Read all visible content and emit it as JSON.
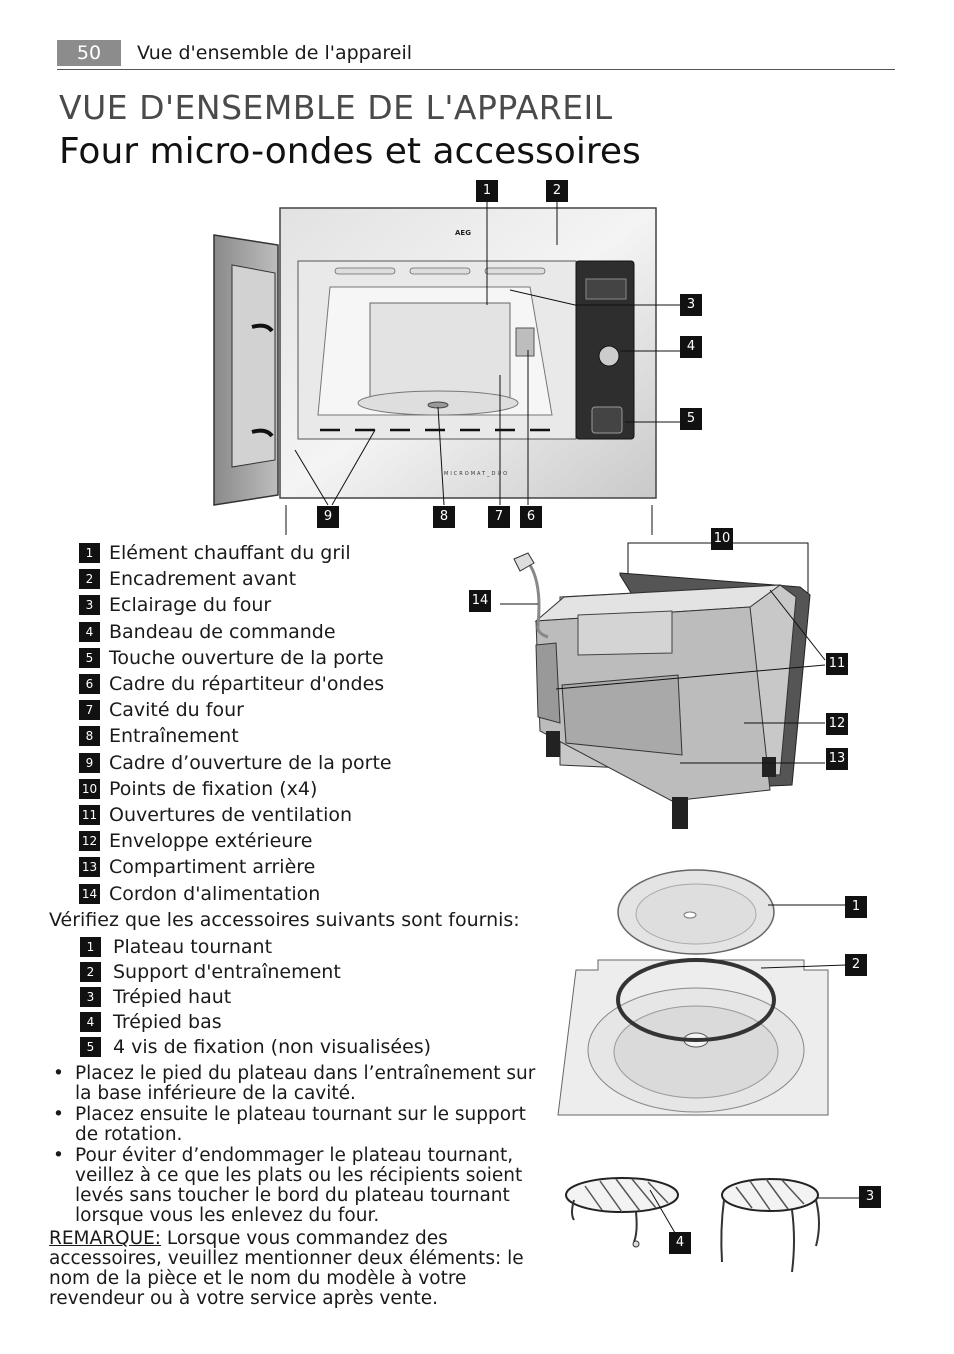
{
  "header": {
    "page_number": "50",
    "running_title": "Vue d'ensemble de l'appareil"
  },
  "section_title": "VUE D'ENSEMBLE DE L'APPAREIL",
  "page_title": "Four micro-ondes et accessoires",
  "oven_figure": {
    "brand_label": "AEG",
    "model_label": "MICROMAT_DUO",
    "callouts": [
      "1",
      "2",
      "3",
      "4",
      "5",
      "6",
      "7",
      "8",
      "9",
      "10",
      "11",
      "12",
      "13",
      "14"
    ]
  },
  "parts": [
    {
      "num": "1",
      "label": "Elément chauffant du gril"
    },
    {
      "num": "2",
      "label": "Encadrement avant"
    },
    {
      "num": "3",
      "label": "Eclairage du four"
    },
    {
      "num": "4",
      "label": "Bandeau de commande"
    },
    {
      "num": "5",
      "label": "Touche ouverture de la porte"
    },
    {
      "num": "6",
      "label": "Cadre du répartiteur d'ondes"
    },
    {
      "num": "7",
      "label": "Cavité du four"
    },
    {
      "num": "8",
      "label": "Entraînement"
    },
    {
      "num": "9",
      "label": "Cadre d’ouverture de la porte"
    },
    {
      "num": "10",
      "label": "Points de fixation (x4)"
    },
    {
      "num": "11",
      "label": "Ouvertures de ventilation"
    },
    {
      "num": "12",
      "label": "Enveloppe extérieure"
    },
    {
      "num": "13",
      "label": "Compartiment arrière"
    },
    {
      "num": "14",
      "label": "Cordon d'alimentation"
    }
  ],
  "accessories_intro": "Vérifiez que les accessoires suivants sont fournis:",
  "accessories": [
    {
      "num": "1",
      "label": "Plateau tournant"
    },
    {
      "num": "2",
      "label": "Support d'entraînement"
    },
    {
      "num": "3",
      "label": "Trépied haut"
    },
    {
      "num": "4",
      "label": "Trépied bas"
    },
    {
      "num": "5",
      "label": "4 vis de fixation (non visualisées)"
    }
  ],
  "accessory_callouts": [
    "1",
    "2",
    "3",
    "4"
  ],
  "bullets": [
    "Placez le pied du plateau dans l’entraînement sur la base inférieure de la cavité.",
    "Placez ensuite le plateau tournant sur le support de rotation.",
    "Pour éviter d’endommager le plateau tournant, veillez à ce que les plats ou les récipients soient levés sans toucher le bord du plateau tournant lorsque vous les enlevez du four."
  ],
  "remark": {
    "label": "REMARQUE:",
    "text": " Lorsque vous commandez des accessoires, veuillez mentionner deux éléments: le nom de la pièce et le nom du modèle à votre revendeur ou à votre service après vente."
  }
}
